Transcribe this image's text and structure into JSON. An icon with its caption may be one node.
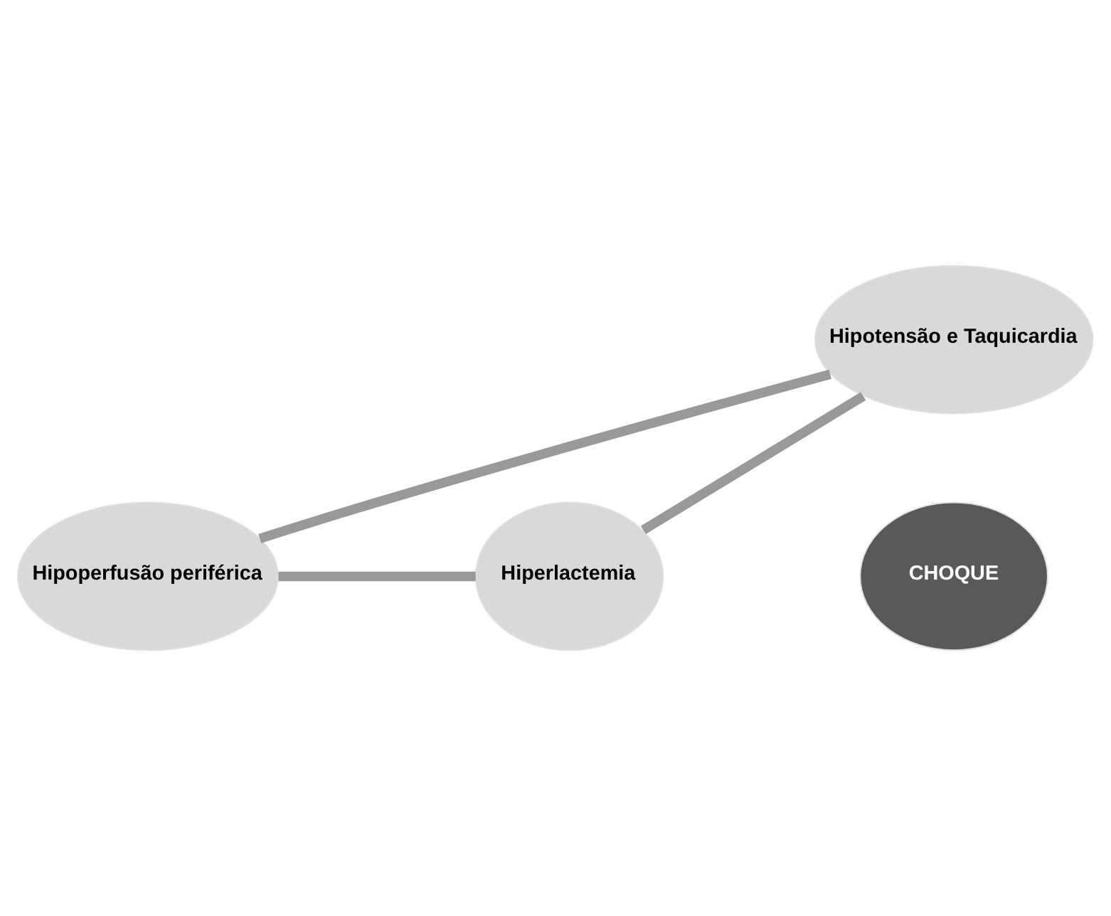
{
  "diagram": {
    "nodes": [
      {
        "text": [
          "Hipotensão e Taquicardia"
        ]
      },
      {
        "text": [
          "Hiperlactemia"
        ]
      },
      {
        "text": [
          "Hipoperfusão periférica"
        ]
      },
      {
        "text": [
          "CHOQUE"
        ]
      }
    ],
    "edges": [
      {
        "from": 0,
        "to": 2,
        "arrow": "none"
      },
      {
        "from": 2,
        "to": 1,
        "arrow": "none"
      },
      {
        "from": 1,
        "to": 0,
        "arrow": "none"
      }
    ]
  }
}
